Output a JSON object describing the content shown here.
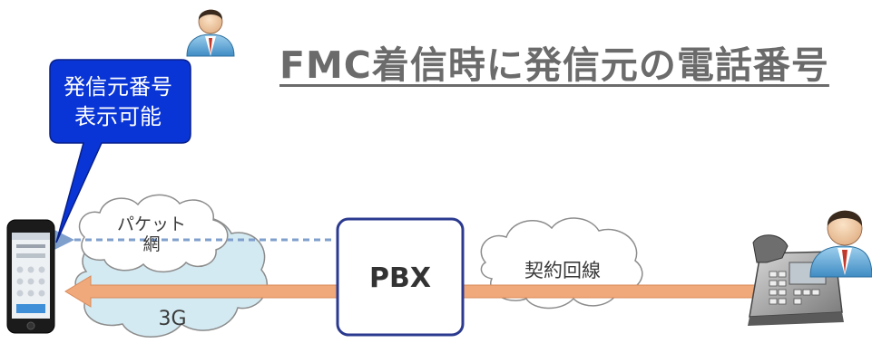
{
  "title": "FMC着信時に発信元の電話番号",
  "callout": {
    "line1": "発信元番号",
    "line2": "表示可能"
  },
  "packet_net": {
    "line1": "パケット",
    "line2": "網"
  },
  "mobile_net": "3G",
  "pbx": "PBX",
  "contract_line": "契約回線",
  "colors": {
    "title": "#6b6b6b",
    "callout": "#0a35d6",
    "pbx_border": "#2b3a8f",
    "main_arrow": "#f0a97b",
    "dashed_arrow": "#7f9fcc",
    "cloud_3g": "#d4eaf2",
    "cloud_border": "#8c8c8c"
  },
  "icons": [
    "user-icon",
    "user-icon",
    "smartphone-icon",
    "desk-phone-icon"
  ]
}
